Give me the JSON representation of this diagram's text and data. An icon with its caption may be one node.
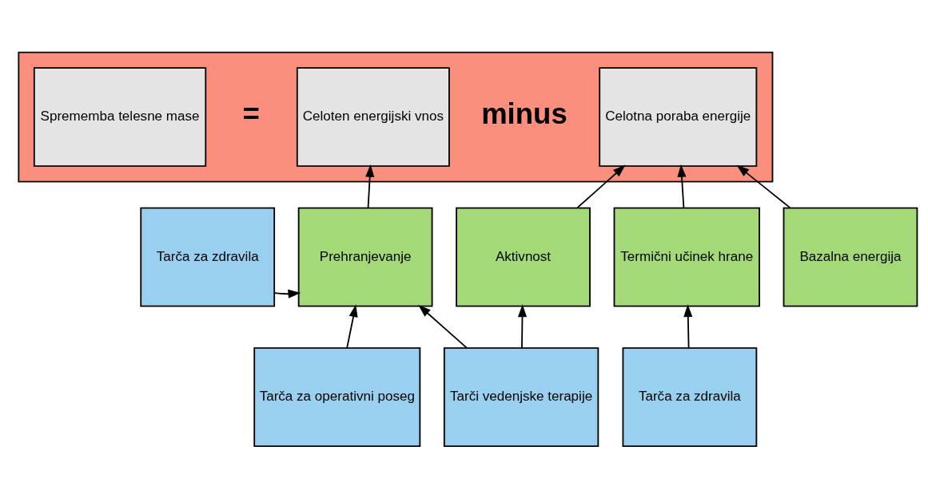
{
  "diagram": {
    "nodes": [
      {
        "text": [],
        "shape": "box"
      },
      {
        "text": [
          "Sprememba telesne mase"
        ],
        "in": 0
      },
      {
        "text": [
          "Celoten energijski vnos"
        ],
        "in": 0
      },
      {
        "text": [
          "Celotna poraba energije"
        ],
        "in": 0
      },
      {
        "text": [
          "Tarča za zdravila"
        ]
      },
      {
        "text": [
          "Prehranjevanje"
        ]
      },
      {
        "text": [
          "Aktivnost"
        ]
      },
      {
        "text": [
          "Termični učinek hrane"
        ]
      },
      {
        "text": [
          "Bazalna energija"
        ]
      },
      {
        "text": [
          "Tarča za operativni poseg"
        ]
      },
      {
        "text": [
          "Tarči vedenjske terapije"
        ]
      },
      {
        "text": [
          "Tarča za zdravila"
        ]
      }
    ],
    "edges": [
      {
        "from": 5,
        "to": 2,
        "arrow": "to"
      },
      {
        "from": 6,
        "to": 3,
        "arrow": "to"
      },
      {
        "from": 7,
        "to": 3,
        "arrow": "to"
      },
      {
        "from": 8,
        "to": 3,
        "arrow": "to"
      },
      {
        "from": 4,
        "to": 5,
        "arrow": "to"
      },
      {
        "from": 9,
        "to": 5,
        "arrow": "to"
      },
      {
        "from": 10,
        "to": 5,
        "arrow": "to"
      },
      {
        "from": 10,
        "to": 6,
        "arrow": "to"
      },
      {
        "from": 11,
        "to": 7,
        "arrow": "to"
      }
    ],
    "labels": [
      "=",
      "minus"
    ]
  }
}
